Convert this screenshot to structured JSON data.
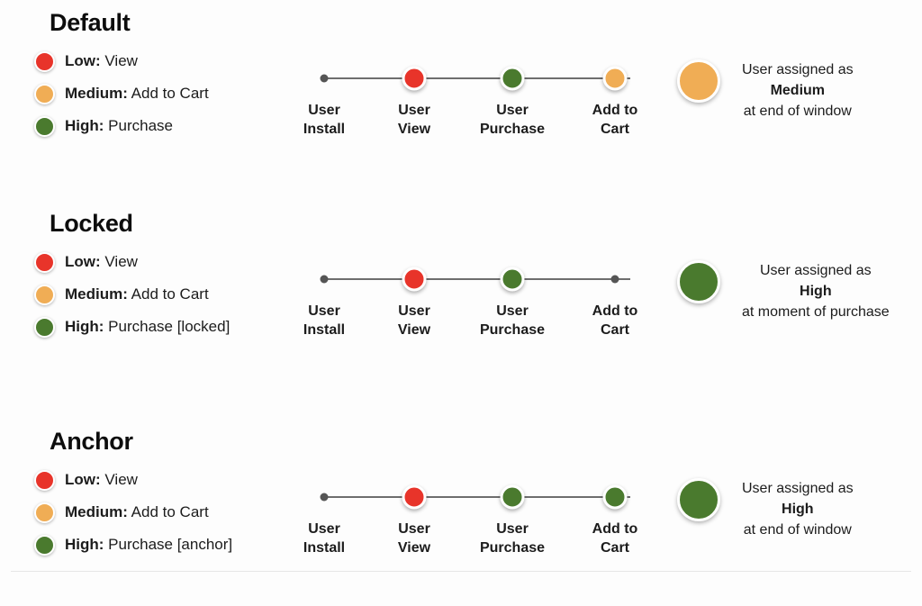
{
  "colors": {
    "low": "#e8342a",
    "medium": "#f0ad55",
    "high": "#4a7a2e",
    "neutral": "#555555",
    "line": "#6e6e6e",
    "background": "#fdfdfd"
  },
  "timeline_labels": {
    "install_line1": "User",
    "install_line2": "Install",
    "view_line1": "User",
    "view_line2": "View",
    "purchase_line1": "User",
    "purchase_line2": "Purchase",
    "cart_line1": "Add to",
    "cart_line2": "Cart"
  },
  "sections": [
    {
      "title": "Default",
      "legend": [
        {
          "level": "Low:",
          "action": " View",
          "color": "#e8342a"
        },
        {
          "level": "Medium:",
          "action": " Add to Cart",
          "color": "#f0ad55"
        },
        {
          "level": "High:",
          "action": " Purchase",
          "color": "#4a7a2e"
        }
      ],
      "timeline": [
        {
          "label1": "User",
          "label2": "Install",
          "size": "small",
          "color": "#555555"
        },
        {
          "label1": "User",
          "label2": "View",
          "size": "big",
          "color": "#e8342a"
        },
        {
          "label1": "User",
          "label2": "Purchase",
          "size": "big",
          "color": "#4a7a2e"
        },
        {
          "label1": "Add to",
          "label2": "Cart",
          "size": "big",
          "color": "#f0ad55"
        }
      ],
      "outcome": {
        "color": "#f0ad55",
        "line1": "User assigned as",
        "line2": "Medium",
        "line3": "at end of window"
      }
    },
    {
      "title": "Locked",
      "legend": [
        {
          "level": "Low:",
          "action": " View",
          "color": "#e8342a"
        },
        {
          "level": "Medium:",
          "action": " Add to Cart",
          "color": "#f0ad55"
        },
        {
          "level": "High:",
          "action": " Purchase [locked]",
          "color": "#4a7a2e"
        }
      ],
      "timeline": [
        {
          "label1": "User",
          "label2": "Install",
          "size": "small",
          "color": "#555555"
        },
        {
          "label1": "User",
          "label2": "View",
          "size": "big",
          "color": "#e8342a"
        },
        {
          "label1": "User",
          "label2": "Purchase",
          "size": "big",
          "color": "#4a7a2e"
        },
        {
          "label1": "Add to",
          "label2": "Cart",
          "size": "small",
          "color": "#555555"
        }
      ],
      "outcome": {
        "color": "#4a7a2e",
        "line1": "User assigned as",
        "line2": "High",
        "line3": "at moment of purchase"
      }
    },
    {
      "title": "Anchor",
      "legend": [
        {
          "level": "Low:",
          "action": " View",
          "color": "#e8342a"
        },
        {
          "level": "Medium:",
          "action": " Add to Cart",
          "color": "#f0ad55"
        },
        {
          "level": "High:",
          "action": " Purchase [anchor]",
          "color": "#4a7a2e"
        }
      ],
      "timeline": [
        {
          "label1": "User",
          "label2": "Install",
          "size": "small",
          "color": "#555555"
        },
        {
          "label1": "User",
          "label2": "View",
          "size": "big",
          "color": "#e8342a"
        },
        {
          "label1": "User",
          "label2": "Purchase",
          "size": "big",
          "color": "#4a7a2e"
        },
        {
          "label1": "Add to",
          "label2": "Cart",
          "size": "big",
          "color": "#4a7a2e"
        }
      ],
      "outcome": {
        "color": "#4a7a2e",
        "line1": "User assigned as",
        "line2": "High",
        "line3": "at end of window"
      }
    }
  ]
}
